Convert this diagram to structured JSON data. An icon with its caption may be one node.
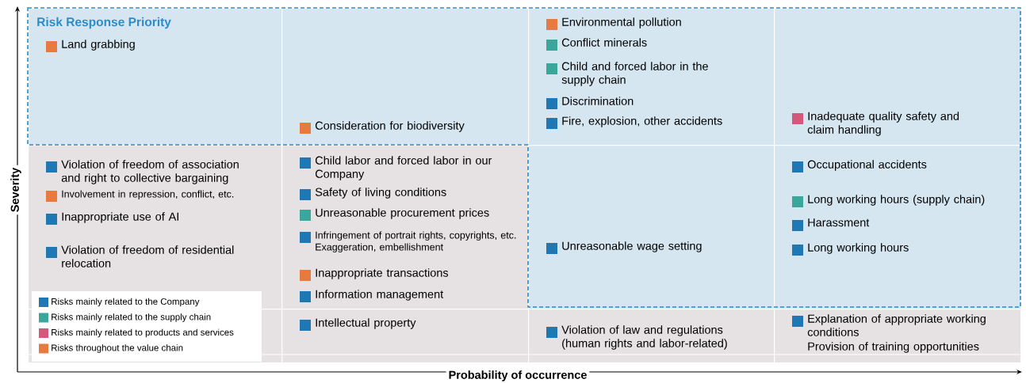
{
  "diagram": {
    "title": "Risk Response Priority",
    "nodes": [
      {
        "text": [
          "Land grabbing"
        ]
      },
      {
        "text": [
          "Consideration for biodiversity"
        ]
      },
      {
        "text": [
          "Environmental pollution",
          "Conflict minerals",
          "Child and forced labor in the supply chain",
          "Discrimination",
          "Fire, explosion, other accidents"
        ]
      },
      {
        "text": [
          "Inadequate quality safety and claim handling"
        ]
      },
      {
        "text": [
          "Violation of freedom of association and right to collective bargaining",
          "Involvement in repression, conflict, etc.",
          "Inappropriate use of AI",
          "Violation of freedom of residential relocation"
        ]
      },
      {
        "text": [
          "Child labor and forced labor in our Company",
          "Safety of living conditions",
          "Unreasonable procurement prices",
          "Infringement of portrait rights, copyrights, etc. Exaggeration, embellishment",
          "Inappropriate transactions",
          "Information management"
        ]
      },
      {
        "text": [
          "Unreasonable wage setting"
        ]
      },
      {
        "text": [
          "Occupational accidents",
          "Long working hours (supply chain)",
          "Harassment",
          "Long working hours"
        ]
      },
      {
        "text": [],
        "shape": "box"
      },
      {
        "text": [
          "Intellectual property"
        ]
      },
      {
        "text": [
          "Violation of law and regulations (human rights and labor-related)"
        ]
      },
      {
        "text": [
          "Explanation of appropriate working conditions",
          "Provision of training opportunities"
        ]
      }
    ],
    "labels": [
      "Severity",
      "Probability of occurrence"
    ],
    "legend": [
      {
        "text": "Risks mainly related to the Company",
        "color": "#1f78b4"
      },
      {
        "text": "Risks mainly related to the supply chain",
        "color": "#3aa79a"
      },
      {
        "text": "Risks mainly related to products and services",
        "color": "#d4587c"
      },
      {
        "text": "Risks throughout the value chain",
        "color": "#e8793f"
      }
    ]
  }
}
